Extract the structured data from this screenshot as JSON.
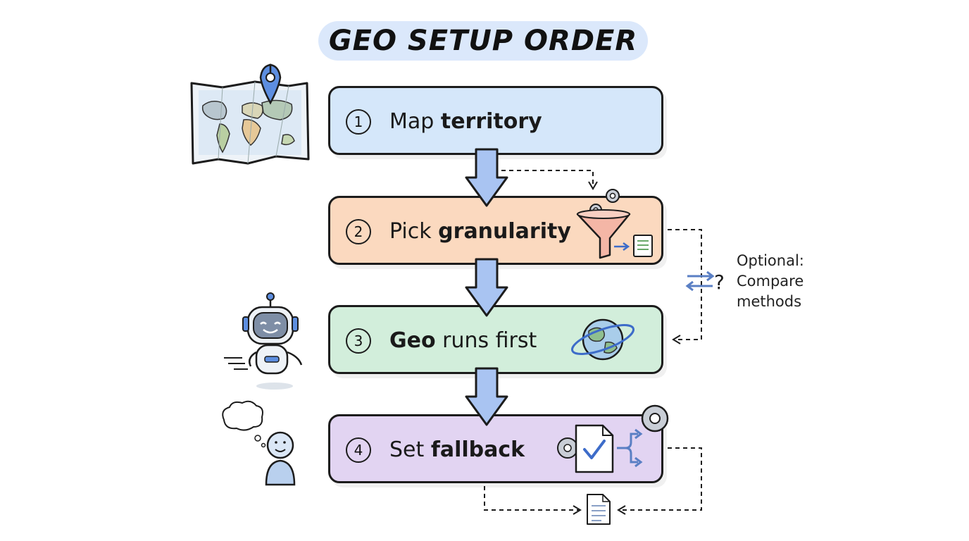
{
  "title": "GEO SETUP ORDER",
  "steps": [
    {
      "number": "1",
      "text_plain": "Map ",
      "text_bold": "territory",
      "bold_first": false,
      "color": "#d5e7fa"
    },
    {
      "number": "2",
      "text_plain": "Pick ",
      "text_bold": "granularity",
      "bold_first": false,
      "color": "#fbd9bf"
    },
    {
      "number": "3",
      "text_plain": " runs first",
      "text_bold": "Geo",
      "bold_first": true,
      "color": "#d2eedb"
    },
    {
      "number": "4",
      "text_plain": "Set ",
      "text_bold": "fallback",
      "bold_first": false,
      "color": "#e2d4f2"
    }
  ],
  "side_note": {
    "line1": "Optional:",
    "line2": "Compare",
    "line3": "methods"
  },
  "icons": {
    "step1": "world-map-icon",
    "step2": "funnel-gears-icon",
    "step3": "globe-orbit-icon",
    "step4": "document-check-branch-icon",
    "robot": "robot-icon",
    "person": "thinking-person-icon",
    "compare": "swap-arrows-question-icon",
    "output_doc": "document-icon"
  },
  "colors": {
    "arrow_fill": "#a9c4f2",
    "arrow_stroke": "#1c1c1c",
    "title_bg": "#dbe8fb"
  }
}
